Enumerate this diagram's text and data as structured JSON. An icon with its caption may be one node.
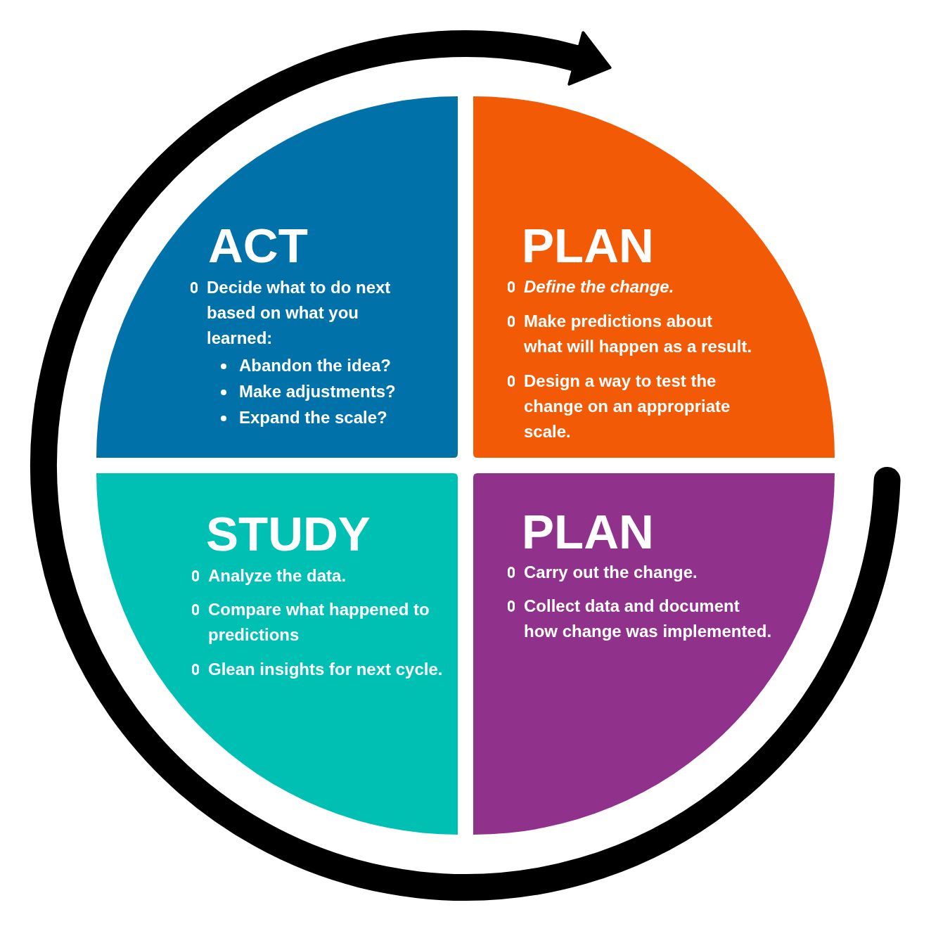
{
  "diagram": {
    "nodes": [
      {
        "text": [
          "ACT",
          "Decide what to do next based on what you learned:",
          "Abandon the idea?",
          "Make adjustments?",
          "Expand the scale?"
        ]
      },
      {
        "text": [
          "PLAN",
          "Define the change.",
          "Make predictions about what will happen as a result.",
          "Design a way to test the change on an appropriate scale."
        ]
      },
      {
        "text": [
          "STUDY",
          "Analyze the data.",
          "Compare what happened to predictions",
          "Glean insights for next cycle."
        ]
      },
      {
        "text": [
          "PLAN",
          "Carry out the change.",
          "Collect data and document how change was implemented."
        ]
      }
    ]
  }
}
